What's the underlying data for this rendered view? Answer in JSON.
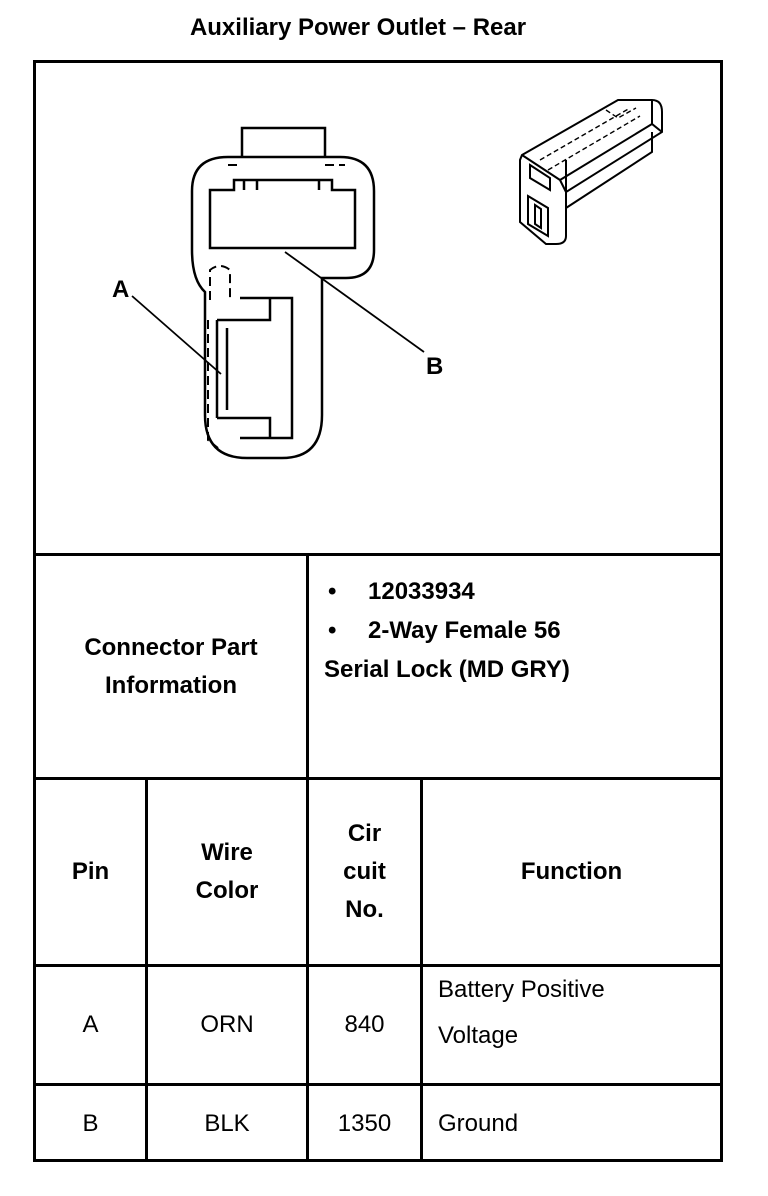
{
  "title": "Auxiliary Power Outlet – Rear",
  "diagram": {
    "label_a": "A",
    "label_b": "B"
  },
  "connector": {
    "label_line1": "Connector Part",
    "label_line2": "Information",
    "bullets": [
      {
        "symbol": "•",
        "text": "12033934"
      },
      {
        "symbol": "•",
        "text": "2-Way Female 56"
      }
    ],
    "continuation": "Serial Lock (MD GRY)"
  },
  "table": {
    "headers": {
      "pin": "Pin",
      "wire_line1": "Wire",
      "wire_line2": "Color",
      "circuit_line1": "Cir",
      "circuit_line2": "cuit",
      "circuit_line3": "No.",
      "function": "Function"
    },
    "rows": [
      {
        "pin": "A",
        "wire_color": "ORN",
        "circuit": "840",
        "function_line1": "Battery Positive",
        "function_line2": "Voltage"
      },
      {
        "pin": "B",
        "wire_color": "BLK",
        "circuit": "1350",
        "function_line1": "Ground",
        "function_line2": ""
      }
    ]
  }
}
